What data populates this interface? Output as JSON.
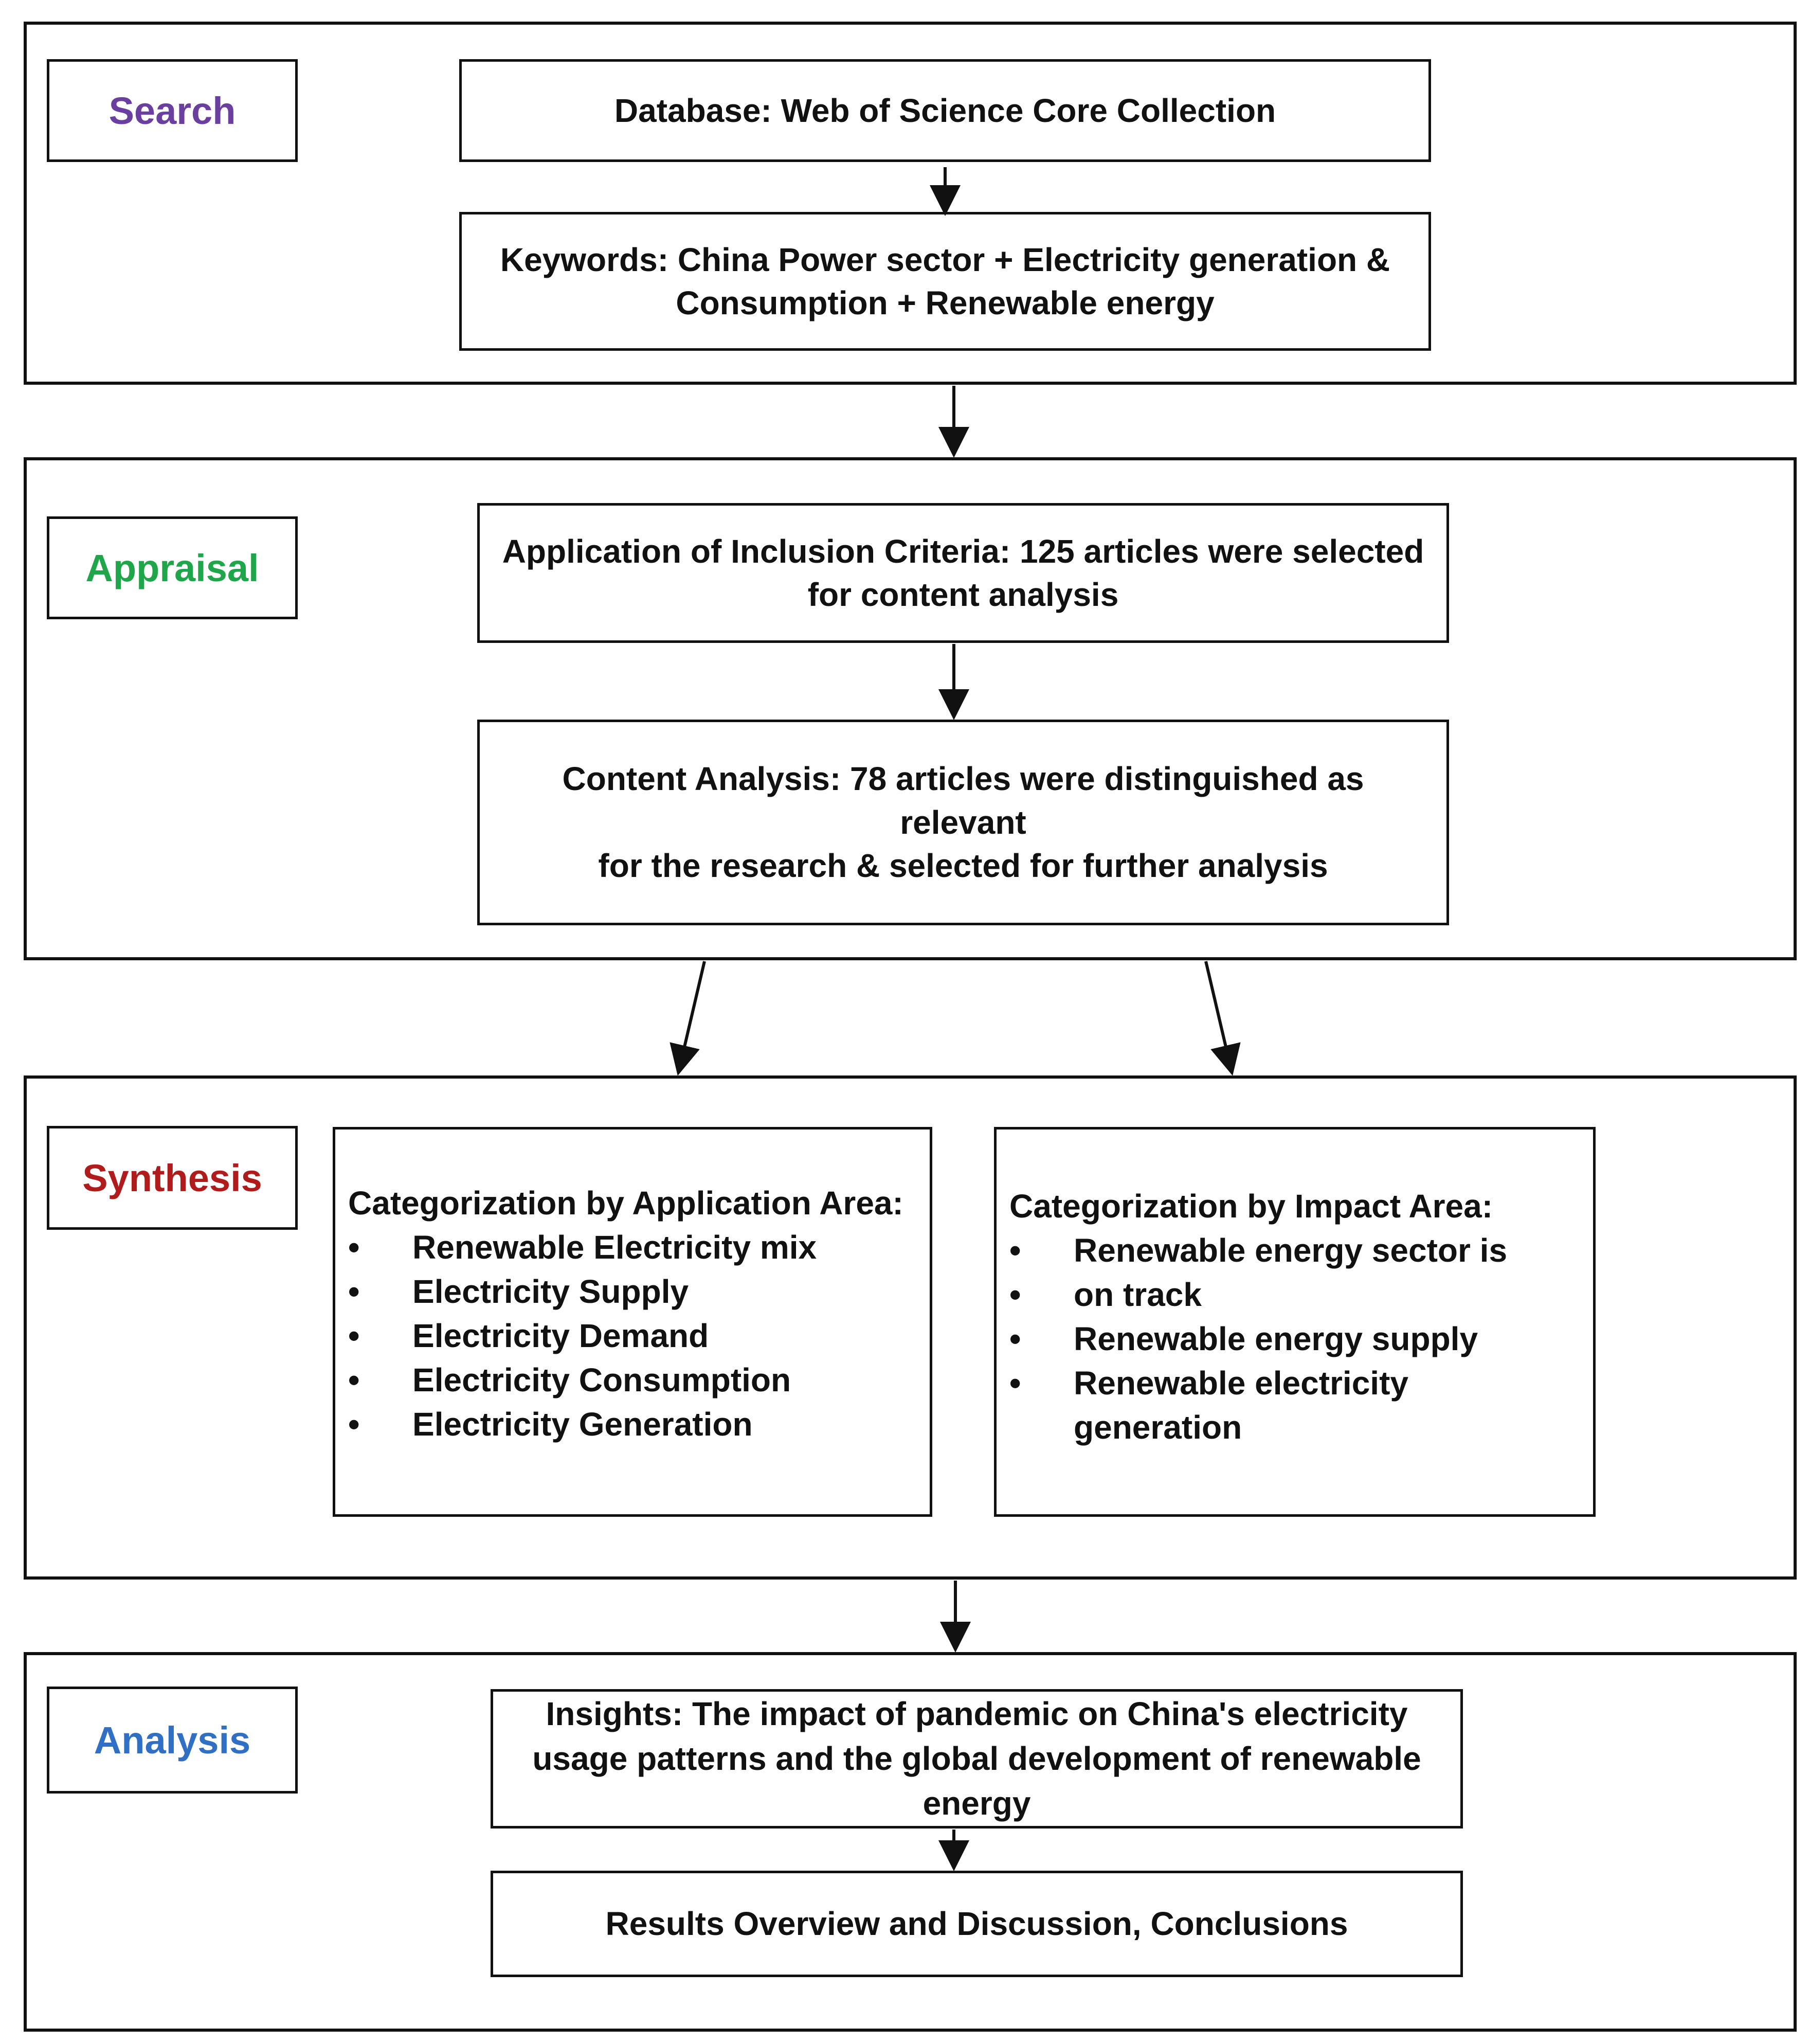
{
  "stages": {
    "search": {
      "label": "Search",
      "color": "#6a3fa0"
    },
    "appraisal": {
      "label": "Appraisal",
      "color": "#1fa64a"
    },
    "synthesis": {
      "label": "Synthesis",
      "color": "#b01c1c"
    },
    "analysis": {
      "label": "Analysis",
      "color": "#2f6fc4"
    }
  },
  "search": {
    "database": "Database: Web of Science Core Collection",
    "keywords_line1": "Keywords: China Power sector + Electricity generation &",
    "keywords_line2": "Consumption + Renewable energy"
  },
  "appraisal": {
    "inclusion_line1": "Application of Inclusion Criteria: 125 articles were selected",
    "inclusion_line2": "for content analysis",
    "content_line1": "Content Analysis: 78 articles were distinguished as relevant",
    "content_line2": "for the research & selected for further analysis"
  },
  "synthesis": {
    "application": {
      "heading": "Categorization by Application Area:",
      "items": [
        "Renewable Electricity mix",
        "Electricity Supply",
        "Electricity Demand",
        "Electricity Consumption",
        "Electricity Generation"
      ]
    },
    "impact": {
      "heading": "Categorization by Impact Area:",
      "items": [
        "Renewable energy sector is",
        "on track",
        "Renewable energy supply",
        "Renewable electricity",
        "generation"
      ]
    },
    "bullet": "•"
  },
  "analysis": {
    "insights_line1": "Insights: The impact of pandemic on China's electricity",
    "insights_line2": "usage patterns and the global development of renewable",
    "insights_line3": "energy",
    "results": "Results Overview and Discussion, Conclusions"
  }
}
